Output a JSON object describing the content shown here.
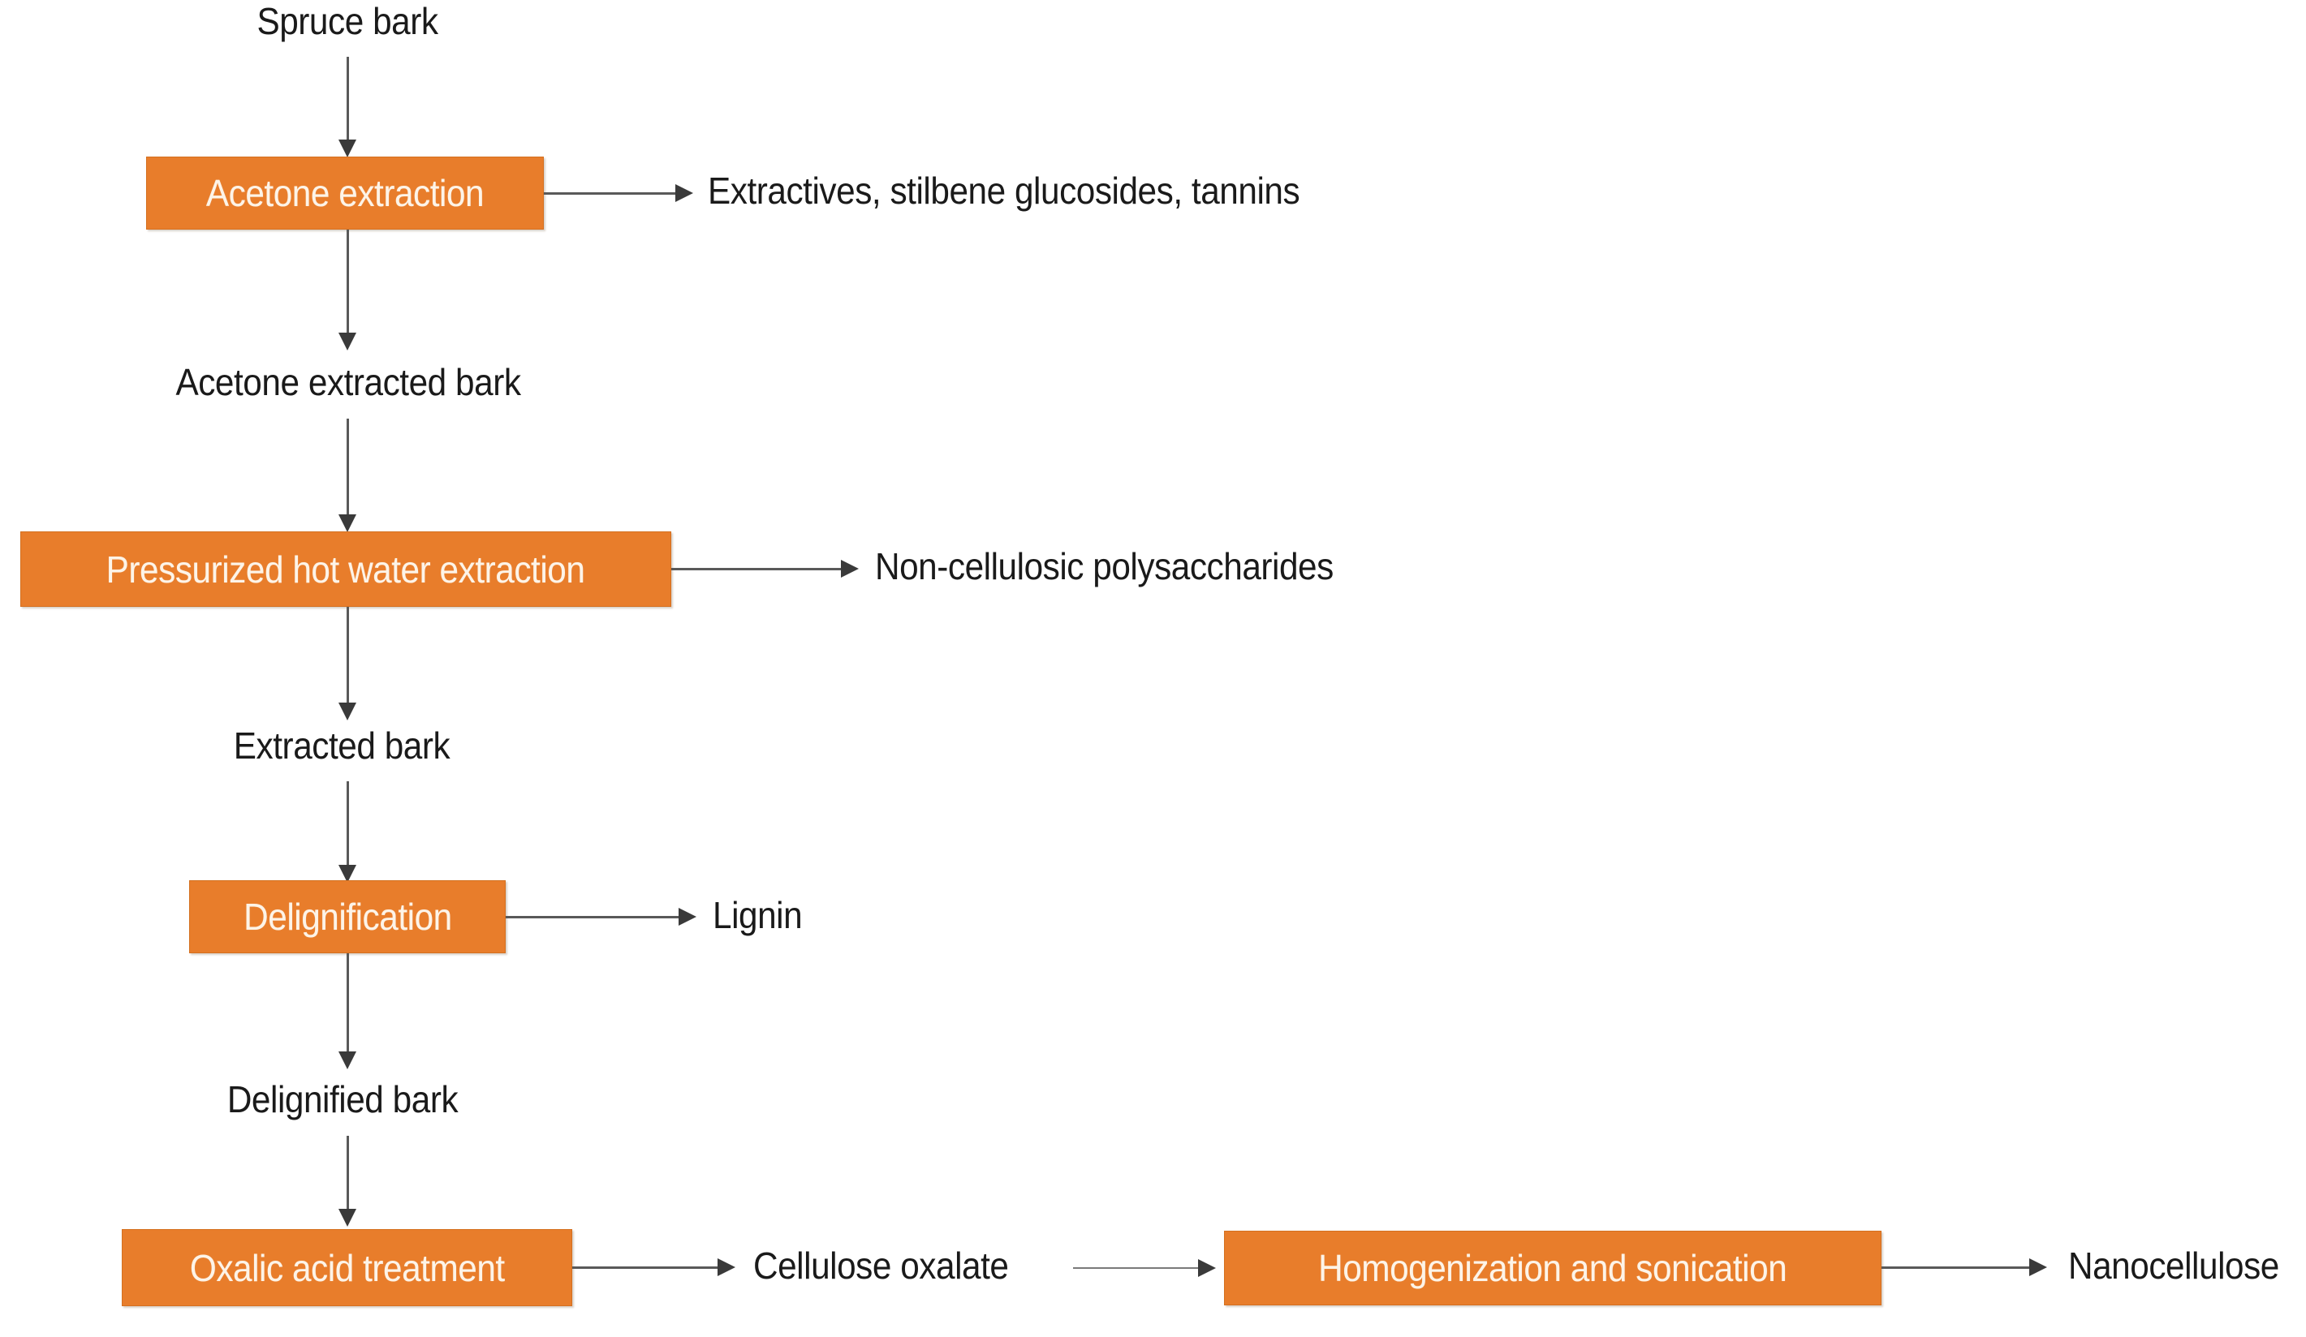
{
  "diagram": {
    "title": "Spruce bark to nanocellulose process flow",
    "accent_color": "#E87D2B",
    "box_text_color": "#FDF4E8",
    "label_text_color": "#1a1a1a",
    "connector_color": "#595959",
    "background_color": "#ffffff",
    "nodes": {
      "input_material": "Spruce bark",
      "step1": "Acetone extraction",
      "step1_output": "Extractives, stilbene glucosides, tannins",
      "intermediate1": "Acetone extracted bark",
      "step2": "Pressurized hot water extraction",
      "step2_output": "Non-cellulosic polysaccharides",
      "intermediate2": "Extracted bark",
      "step3": "Delignification",
      "step3_output": "Lignin",
      "intermediate3": "Delignified bark",
      "step4": "Oxalic acid treatment",
      "step4_output": "Cellulose oxalate",
      "step5": "Homogenization and sonication",
      "final_product": "Nanocellulose"
    }
  }
}
